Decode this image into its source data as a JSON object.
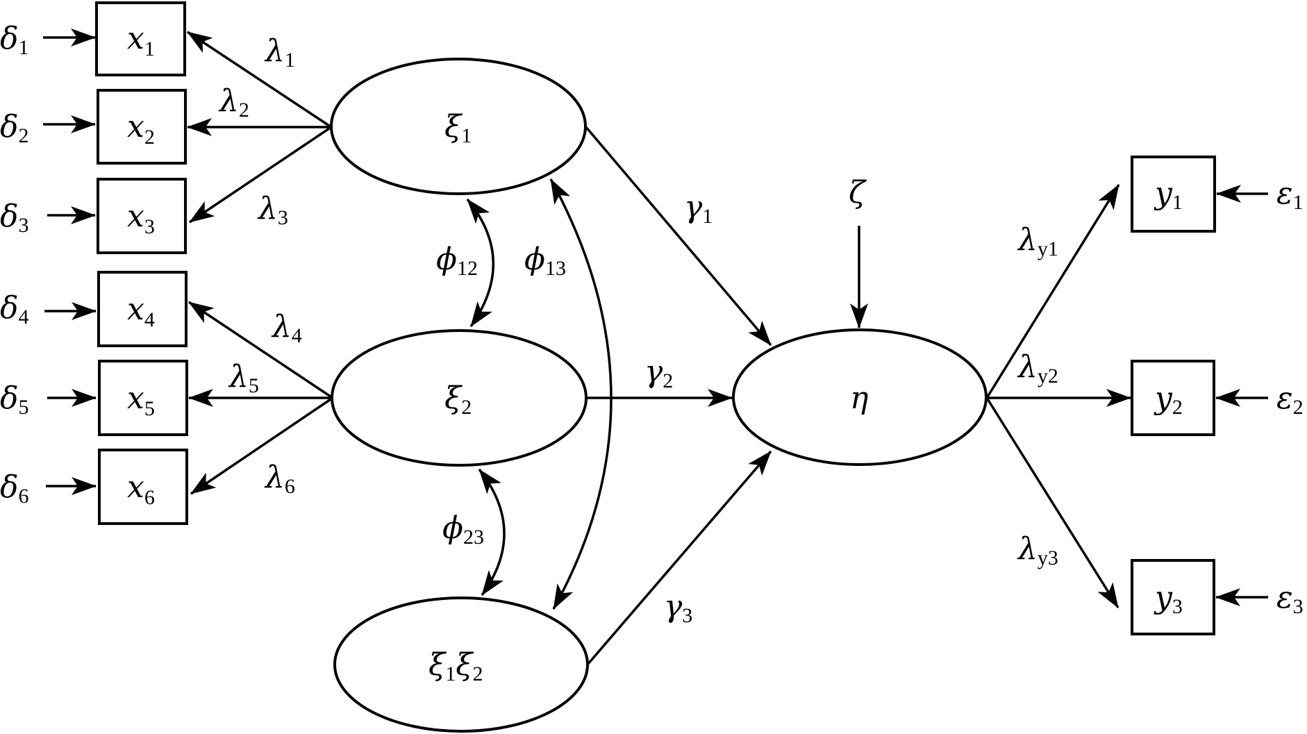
{
  "title": "Structural equation model with latent interaction",
  "colors": {
    "stroke": "#000000",
    "background": "#ffffff"
  },
  "observed_x": [
    {
      "id": "x1",
      "label": "x",
      "sub": "1",
      "error": "δ",
      "error_sub": "1",
      "loading": "λ",
      "loading_sub": "1",
      "factor": "xi1"
    },
    {
      "id": "x2",
      "label": "x",
      "sub": "2",
      "error": "δ",
      "error_sub": "2",
      "loading": "λ",
      "loading_sub": "2",
      "factor": "xi1"
    },
    {
      "id": "x3",
      "label": "x",
      "sub": "3",
      "error": "δ",
      "error_sub": "3",
      "loading": "λ",
      "loading_sub": "3",
      "factor": "xi1"
    },
    {
      "id": "x4",
      "label": "x",
      "sub": "4",
      "error": "δ",
      "error_sub": "4",
      "loading": "λ",
      "loading_sub": "4",
      "factor": "xi2"
    },
    {
      "id": "x5",
      "label": "x",
      "sub": "5",
      "error": "δ",
      "error_sub": "5",
      "loading": "λ",
      "loading_sub": "5",
      "factor": "xi2"
    },
    {
      "id": "x6",
      "label": "x",
      "sub": "6",
      "error": "δ",
      "error_sub": "6",
      "loading": "λ",
      "loading_sub": "6",
      "factor": "xi2"
    }
  ],
  "latent_exogenous": [
    {
      "id": "xi1",
      "label": "ξ",
      "sub": "1"
    },
    {
      "id": "xi2",
      "label": "ξ",
      "sub": "2"
    },
    {
      "id": "xi12",
      "label": "ξ",
      "sub": "1",
      "label2": "ξ",
      "sub2": "2"
    }
  ],
  "latent_endogenous": {
    "id": "eta",
    "label": "η",
    "disturbance": "ζ"
  },
  "structural_paths": [
    {
      "from": "xi1",
      "to": "eta",
      "label": "γ",
      "sub": "1"
    },
    {
      "from": "xi2",
      "to": "eta",
      "label": "γ",
      "sub": "2"
    },
    {
      "from": "xi12",
      "to": "eta",
      "label": "γ",
      "sub": "3"
    }
  ],
  "covariances": [
    {
      "a": "xi1",
      "b": "xi2",
      "label": "ϕ",
      "sub": "12"
    },
    {
      "a": "xi1",
      "b": "xi12",
      "label": "ϕ",
      "sub": "13"
    },
    {
      "a": "xi2",
      "b": "xi12",
      "label": "ϕ",
      "sub": "23"
    }
  ],
  "observed_y": [
    {
      "id": "y1",
      "label": "y",
      "sub": "1",
      "error": "ε",
      "error_sub": "1",
      "loading": "λ",
      "loading_sub": "y1"
    },
    {
      "id": "y2",
      "label": "y",
      "sub": "2",
      "error": "ε",
      "error_sub": "2",
      "loading": "λ",
      "loading_sub": "y2"
    },
    {
      "id": "y3",
      "label": "y",
      "sub": "3",
      "error": "ε",
      "error_sub": "3",
      "loading": "λ",
      "loading_sub": "y3"
    }
  ]
}
